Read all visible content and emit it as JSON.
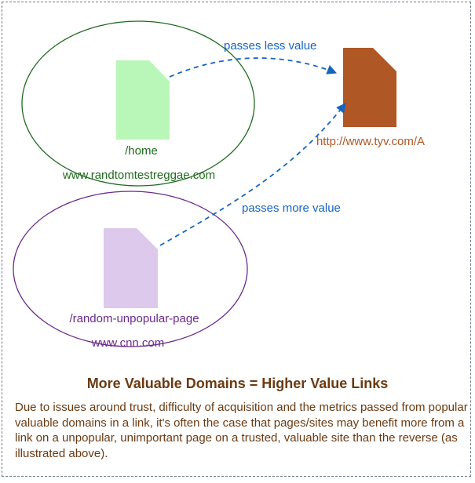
{
  "nodes": {
    "home_page_label": "/home",
    "home_domain_label": "www.randtomtestreggae.com",
    "unpopular_page_label": "/random-unpopular-page",
    "unpopular_domain_label": "www.cnn.com",
    "target_page_label": "http://www.tyv.com/A"
  },
  "edges": {
    "less_value_label": "passes less value",
    "more_value_label": "passes more value"
  },
  "colors": {
    "home_domain": "#1f6b1f",
    "home_page_fill": "#b9f7b9",
    "unpopular_domain": "#6a2a8c",
    "unpopular_page_fill": "#dcc9ec",
    "target_page_fill": "#b05726",
    "target_label": "#b05726",
    "arrow": "#1565c0",
    "text_brown": "#6b3a12"
  },
  "footer": {
    "headline": "More Valuable Domains = Higher Value Links",
    "caption": "Due to issues around trust, difficulty of acquisition and the metrics passed from popular valuable domains in a link, it's often the case that pages/sites may benefit more from a link on a unpopular, unimportant page on a trusted, valuable site than the reverse (as illustrated above)."
  }
}
